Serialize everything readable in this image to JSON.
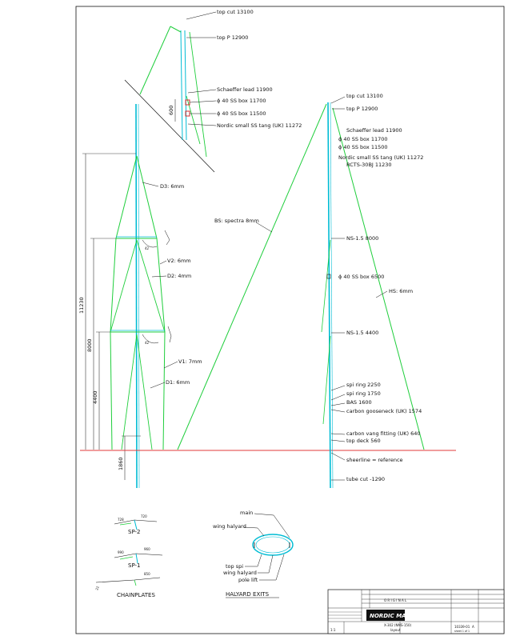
{
  "detail_labels": {
    "top_cut": "top cut 13100",
    "top_p": "top P 12900",
    "schaeffer": "Schaeffer lead 11900",
    "box1": "ϕ 40 SS box 11700",
    "box2": "ϕ 40 SS box 11500",
    "nordic": "Nordic small SS tang (UK) 11272",
    "dim600": "600"
  },
  "front_labels": {
    "d3": "D3: 6mm",
    "v2": "V2: 6mm",
    "d2": "D2: 4mm",
    "v1": "V1: 7mm",
    "d1": "D1: 6mm",
    "dim11230": "11230",
    "dim8000": "8000",
    "dim4400": "4400",
    "dim1860": "1860",
    "angle1": "42",
    "angle2": "42"
  },
  "side_labels": {
    "top_cut": "top cut 13100",
    "top_p": "top P 12900",
    "schaeffer": "Schaeffer lead 11900",
    "box1": "ϕ 40 SS box 11700",
    "box2": "ϕ 40 SS box 11500",
    "nordic": "Nordic small SS tang (UK) 11272",
    "rcts": "RCTS-30BJ 11230",
    "bs": "BS: spectra 8mm",
    "ns2": "NS-1.5 8000",
    "box3": "ϕ 40 SS box 6500",
    "hs": "HS: 6mm",
    "ns1": "NS-1.5 4400",
    "spi1": "spi ring 2250",
    "spi2": "spi ring 1750",
    "bas": "BAS 1600",
    "goose": "carbon gooseneck (UK) 1574",
    "vang": "carbon vang fitting (UK) 640",
    "deck": "top deck 560",
    "sheer": "sheerline = reference",
    "tube": "tube cut -1290"
  },
  "chainplates": {
    "sp2": "SP-2",
    "sp1": "SP-1",
    "title": "CHAINPLATES",
    "d728": "728",
    "d720": "720",
    "d990": "990",
    "d960": "960",
    "d850": "850",
    "d22": "22"
  },
  "halyard": {
    "main": "main",
    "wing": "wing halyard",
    "top_spi": "top spi",
    "wing2": "wing halyard",
    "pole": "pole lift",
    "title": "HALYARD EXITS"
  },
  "title_block": {
    "original": "O R I G I N A L",
    "logo": "NORDIC MAST",
    "scale": "1:1",
    "part": "X-302 (NMS-150)",
    "sub": "layout",
    "number": "10339-01",
    "rev": "A",
    "sheet": "sheet 1 of 1"
  },
  "colors": {
    "rig": "#1fce3c",
    "spar": "#00bcd4",
    "ink": "#111111",
    "deck": "#e03a3a",
    "fitting": "#d32f2f"
  }
}
